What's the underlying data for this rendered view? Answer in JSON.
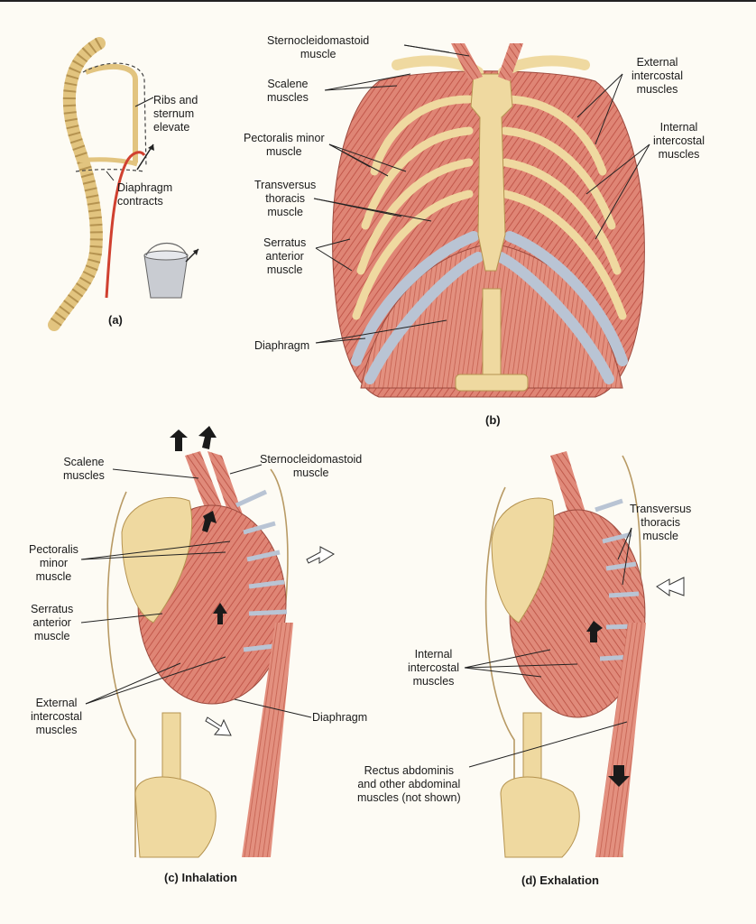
{
  "panel_a": {
    "caption": "(a)",
    "label_ribs": "Ribs and\nsternum\nelevate",
    "label_diaphragm": "Diaphragm\ncontracts"
  },
  "panel_b": {
    "caption": "(b)",
    "scm": "Sternocleidomastoid\nmuscle",
    "scalene": "Scalene\nmuscles",
    "pect_minor": "Pectoralis minor\nmuscle",
    "transversus": "Transversus\nthoracis\nmuscle",
    "serratus": "Serratus\nanterior\nmuscle",
    "diaphragm": "Diaphragm",
    "ext_intercostal": "External\nintercostal\nmuscles",
    "int_intercostal": "Internal\nintercostal\nmuscles"
  },
  "panel_c": {
    "caption": "(c) Inhalation",
    "scalene": "Scalene\nmuscles",
    "scm": "Sternocleidomastoid\nmuscle",
    "pect_minor": "Pectoralis\nminor\nmuscle",
    "serratus": "Serratus\nanterior\nmuscle",
    "ext_intercostal": "External\nintercostal\nmuscles",
    "diaphragm": "Diaphragm"
  },
  "panel_d": {
    "caption": "(d) Exhalation",
    "transversus": "Transversus\nthoracis\nmuscle",
    "int_intercostal": "Internal\nintercostal\nmuscles",
    "rectus": "Rectus abdominis\nand other abdominal\nmuscles (not shown)"
  },
  "colors": {
    "muscle": "#d9766a",
    "bone": "#efd9a0",
    "cartilage": "#b9c4d4",
    "background": "#fdfbf4"
  }
}
